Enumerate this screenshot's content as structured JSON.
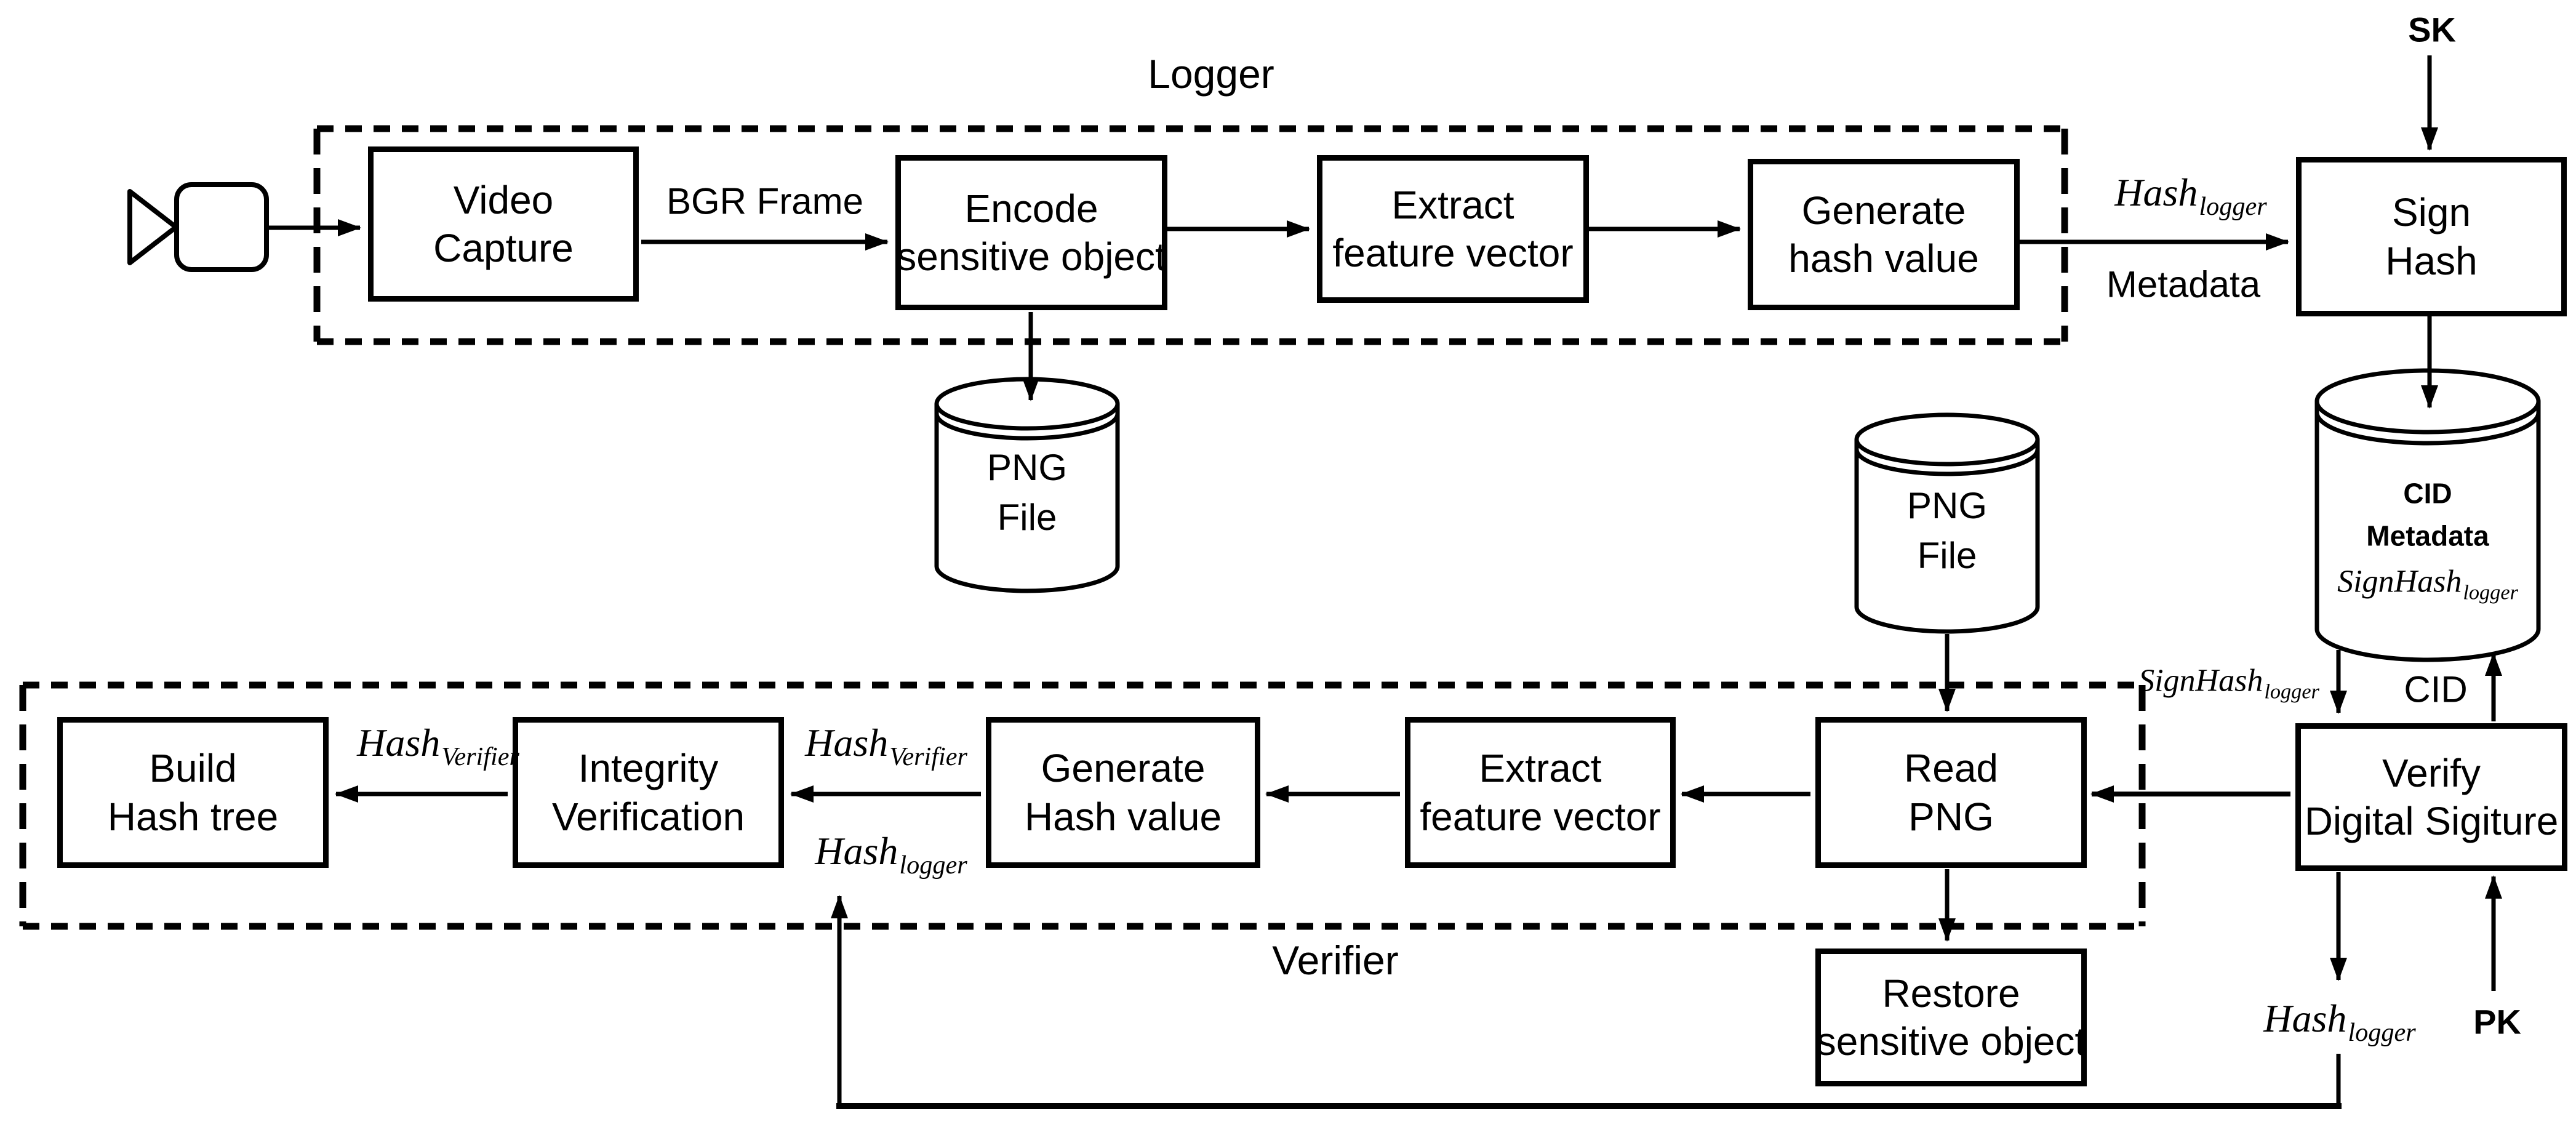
{
  "titles": {
    "logger": "Logger",
    "verifier": "Verifier"
  },
  "logger_flow": {
    "video_capture": {
      "line1": "Video",
      "line2": "Capture"
    },
    "encode": {
      "line1": "Encode",
      "line2": "sensitive object"
    },
    "extract": {
      "line1": "Extract",
      "line2": "feature vector"
    },
    "generate": {
      "line1": "Generate",
      "line2": "hash value"
    },
    "sign_hash": {
      "line1": "Sign",
      "line2": "Hash"
    },
    "bgr_frame": "BGR Frame",
    "metadata": "Metadata",
    "sk": "SK"
  },
  "verifier_flow": {
    "build_hash_tree": {
      "line1": "Build",
      "line2": "Hash tree"
    },
    "integrity_verification": {
      "line1": "Integrity",
      "line2": "Verification"
    },
    "generate_hash": {
      "line1": "Generate",
      "line2": "Hash value"
    },
    "extract_feature": {
      "line1": "Extract",
      "line2": "feature vector"
    },
    "read_png": {
      "line1": "Read",
      "line2": "PNG"
    },
    "verify_signature": {
      "line1": "Verify",
      "line2": "Digital Sigiture"
    },
    "restore": {
      "line1": "Restore",
      "line2": "sensitive object"
    },
    "pk": "PK",
    "cid": "CID"
  },
  "storage": {
    "png_file_left": {
      "line1": "PNG",
      "line2": "File"
    },
    "png_file_right": {
      "line1": "PNG",
      "line2": "File"
    },
    "cid_store": {
      "line1": "CID",
      "line2": "Metadata",
      "math_base": "SignHash",
      "math_sub": "logger"
    }
  },
  "math_labels": {
    "hash_logger_out": {
      "base": "Hash",
      "sub": "logger"
    },
    "hash_verifier_left": {
      "base": "Hash",
      "sub": "Verifier"
    },
    "hash_verifier_mid": {
      "base": "Hash",
      "sub": "Verifier"
    },
    "hash_logger_mid": {
      "base": "Hash",
      "sub": "logger"
    },
    "hash_logger_bottom": {
      "base": "Hash",
      "sub": "logger"
    },
    "signhash_to_verify": {
      "base": "SignHash",
      "sub": "logger"
    }
  },
  "colors": {
    "ink": "#000000",
    "background": "#ffffff"
  }
}
